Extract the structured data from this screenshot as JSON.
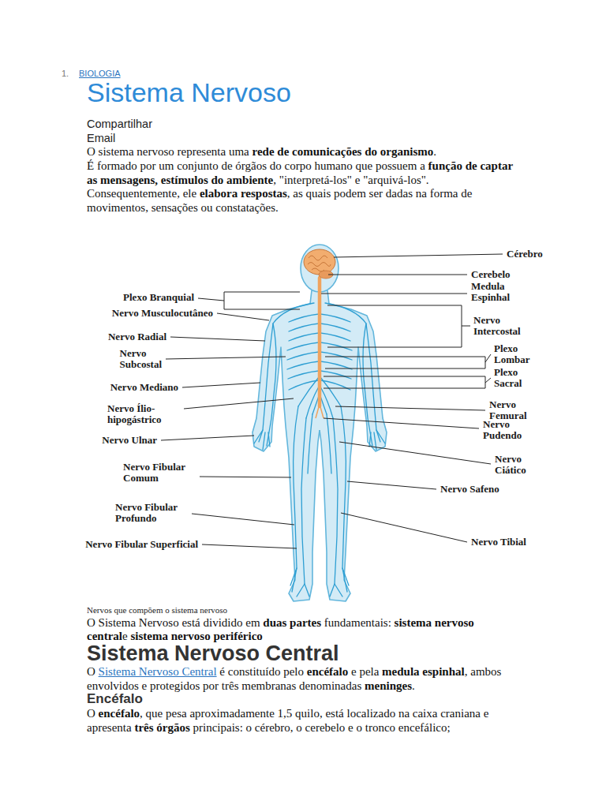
{
  "diagram": {
    "title": "Sistema Nervoso",
    "caption": "Nervos que compõem o sistema nervoso",
    "labels": [
      "1.",
      "BIOLOGIA",
      "Compartilhar",
      "Email",
      "O sistema nervoso representa uma",
      "rede de comunicações do organismo",
      ".",
      "É formado por um conjunto de órgãos do corpo humano que possuem a",
      "função de captar as mensagens, estímulos do ambiente",
      ", \"interpretá-los\" e \"arquivá-los\".",
      "Consequentemente, ele",
      "elabora respostas",
      ", as quais podem ser dadas na forma de movimentos, sensações ou constatações.",
      "Cérebro",
      "Cerebelo",
      "Medula Espinhal",
      "Plexo Branquial",
      "Nervo Musculocutâneo",
      "Nervo Intercostal",
      "Nervo Radial",
      "Nervo Subcostal",
      "Plexo Lombar",
      "Plexo Sacral",
      "Nervo Mediano",
      "Nervo Femural",
      "Nervo Ílio-hipogástrico",
      "Nervo Pudendo",
      "Nervo Ulnar",
      "Nervo Ciático",
      "Nervo Fibular Comum",
      "Nervo Safeno",
      "Nervo Fibular Profundo",
      "Nervo Tibial",
      "Nervo Fibular Superficial",
      "O Sistema Nervoso está dividido em",
      "duas partes",
      "fundamentais:",
      "sistema nervoso central",
      "e",
      "sistema nervoso periférico",
      "Sistema Nervoso Central",
      "O",
      "Sistema Nervoso Central",
      "é constituído pelo",
      "encéfalo",
      "e pela",
      "medula espinhal",
      ", ambos envolvidos e protegidos por três membranas denominadas",
      "meninges",
      ".",
      "Encéfalo",
      "O",
      "encéfalo",
      ", que pesa aproximadamente 1,5 quilo, está localizado na caixa craniana e apresenta",
      "três órgãos",
      "principais: o cérebro, o cerebelo e o tronco encefálico;"
    ]
  }
}
